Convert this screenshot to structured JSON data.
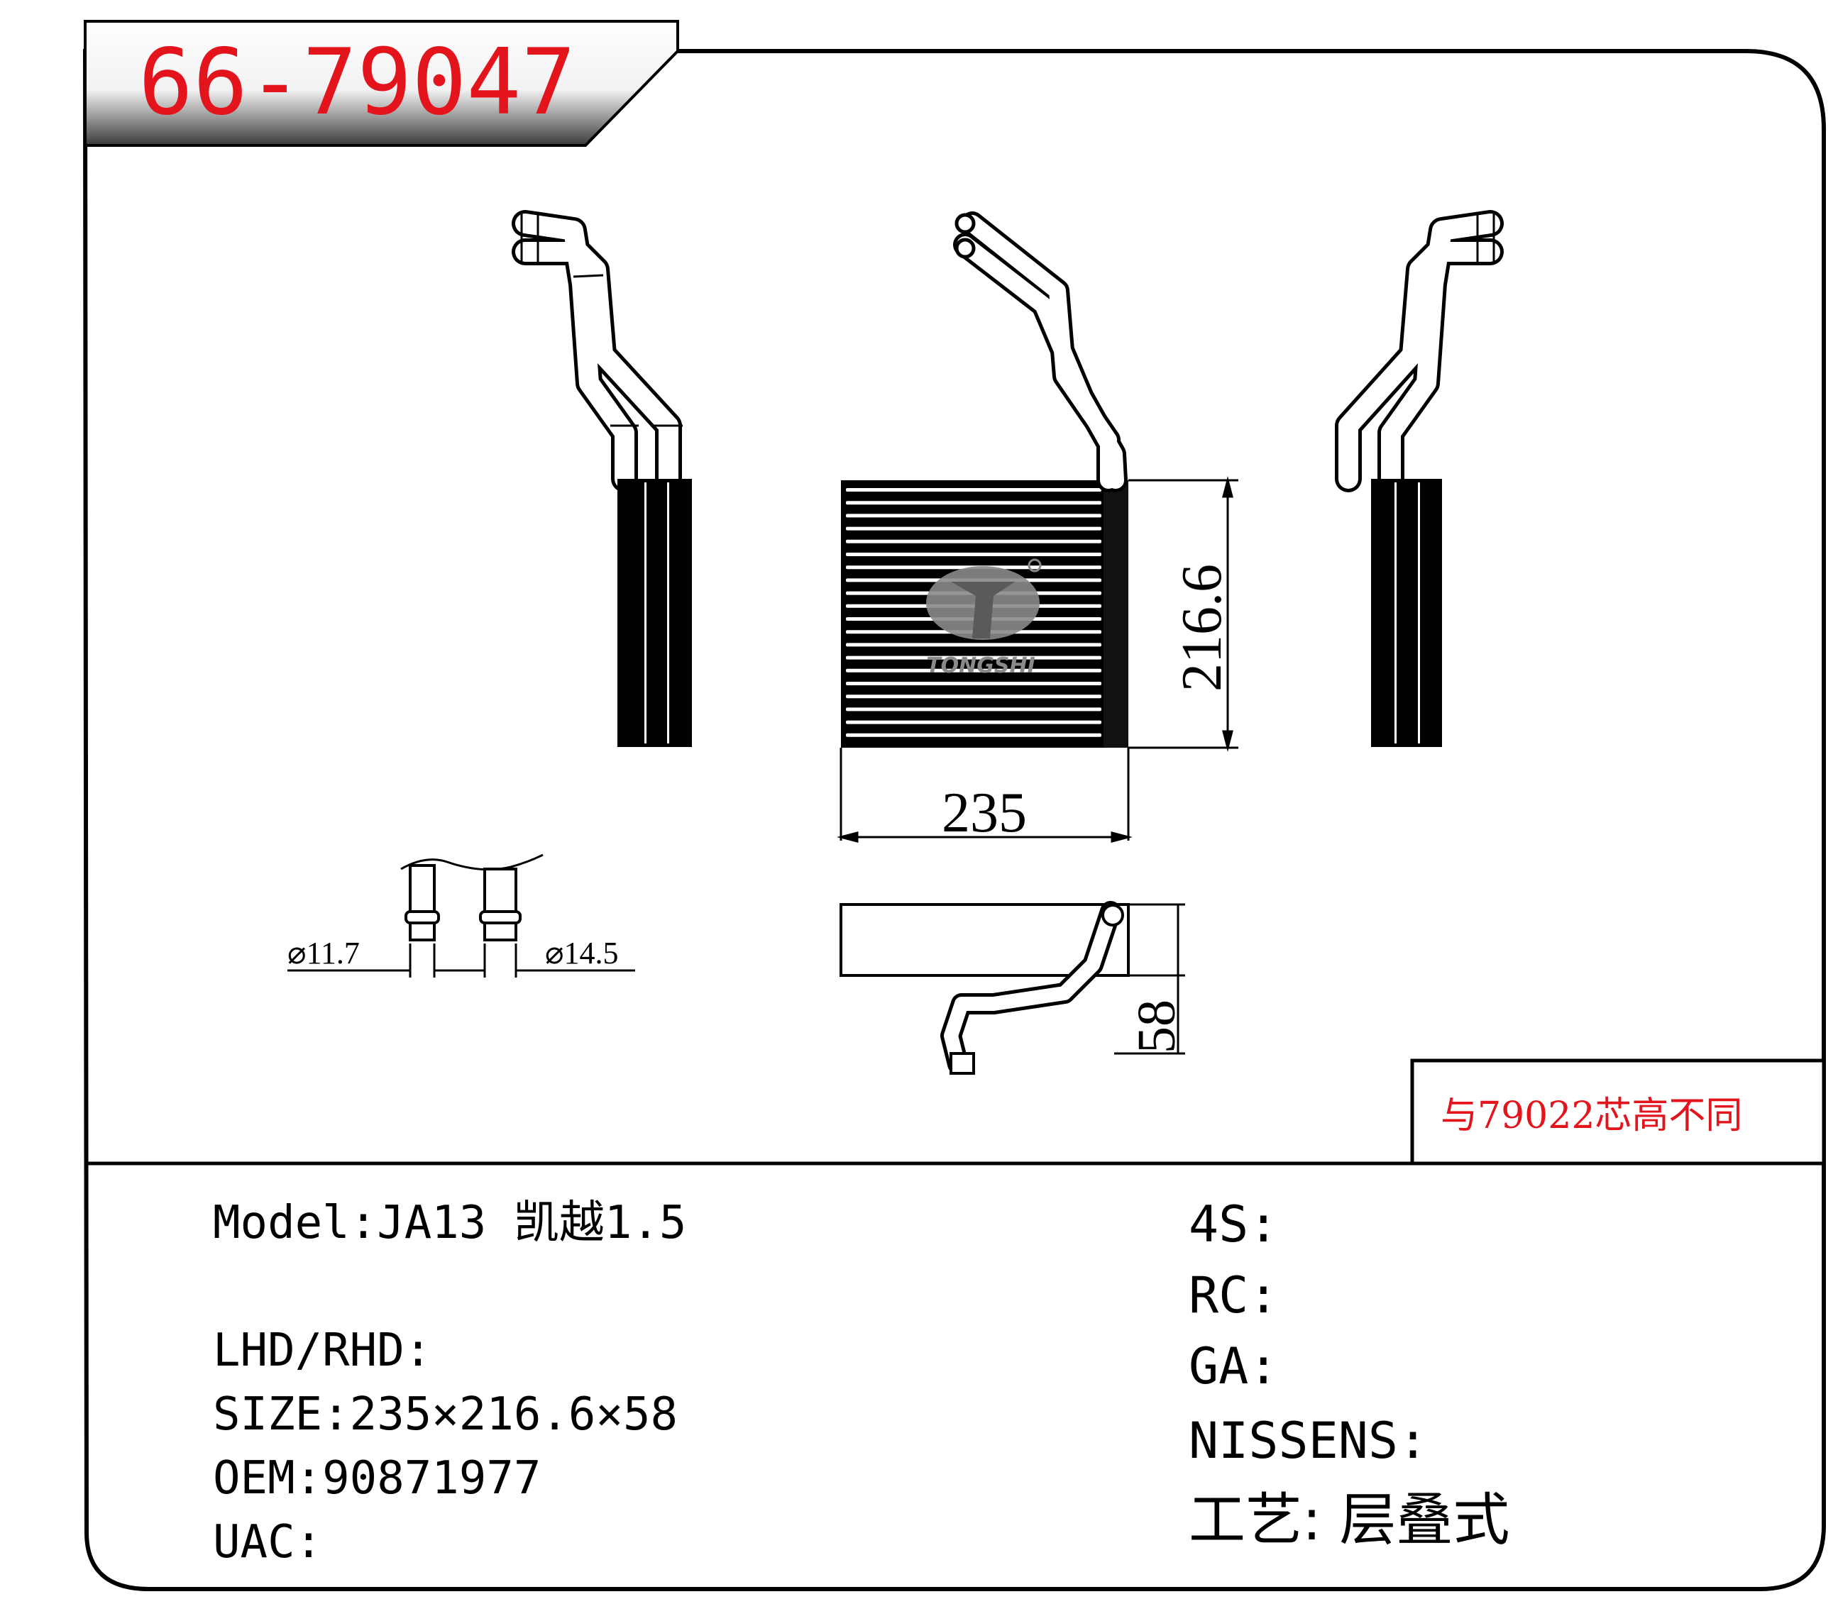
{
  "header": {
    "part_number": "66-79047"
  },
  "dimensions": {
    "width": "235",
    "height": "216.6",
    "depth": "58",
    "pipe_diameter_small": "⌀11.7",
    "pipe_diameter_large": "⌀14.5"
  },
  "logo": {
    "text": "TONGSHI"
  },
  "note": {
    "text": "与79022芯高不同"
  },
  "specs_left": {
    "model": "Model:JA13 凯越1.5",
    "drive": "LHD/RHD:",
    "size": "SIZE:235×216.6×58",
    "oem": "OEM:90871977",
    "uac": "UAC:"
  },
  "specs_right": {
    "fours": "4S:",
    "rc": "RC:",
    "ga": "GA:",
    "nissens": "NISSENS:",
    "process": "工艺: 层叠式"
  },
  "colors": {
    "accent_red": "#e3141b",
    "line": "#000000"
  }
}
